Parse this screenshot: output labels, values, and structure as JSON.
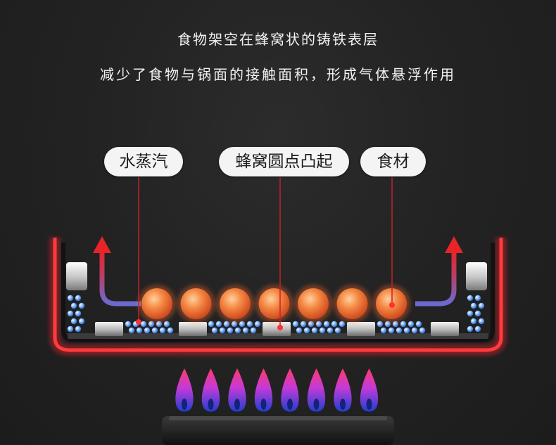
{
  "captions": {
    "line1": "食物架空在蜂窝状的铸铁表层",
    "line2": "减少了食物与锅面的接触面积，形成气体悬浮作用"
  },
  "labels": {
    "steam": "水蒸汽",
    "honeycomb_dots": "蜂窝圆点凸起",
    "food": "食材"
  },
  "colors": {
    "background": "#222222",
    "pan_glow": "#e0202a",
    "food_ball": "#f07a3a",
    "steam_bubble": "#3f7fe0",
    "flame_outer": "#2a4fd8",
    "flame_inner": "#ff3a6a",
    "pointer_line": "#c8202a",
    "label_fill": "#f4f4f4"
  },
  "icons": [
    "red-up-arrow-icon",
    "gas-flame-icon",
    "pointer-dot-icon"
  ],
  "counts": {
    "food_balls": 7,
    "flames": 8
  }
}
